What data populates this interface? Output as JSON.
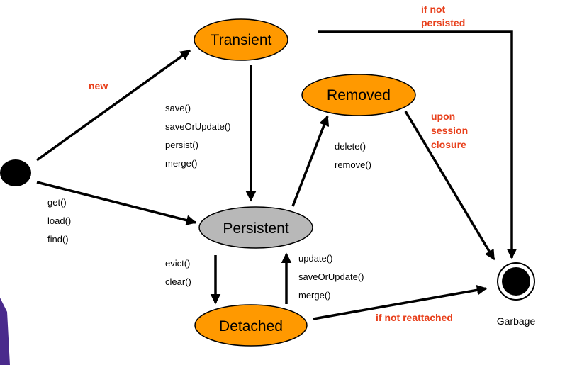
{
  "colors": {
    "state_fill": "#ff9900",
    "persistent_fill": "#b8b8b8",
    "condition_text": "#e8401c",
    "accent_purple": "#4a2a8c"
  },
  "states": {
    "transient": "Transient",
    "removed": "Removed",
    "persistent": "Persistent",
    "detached": "Detached"
  },
  "end_state_label": "Garbage",
  "transitions": {
    "new_label": "new",
    "if_not_persisted": [
      "if not",
      "persisted"
    ],
    "upon_session_closure": [
      "upon",
      "session",
      "closure"
    ],
    "if_not_reattached": "if not reattached"
  },
  "methods": {
    "transient_to_persistent": [
      "save()",
      "saveOrUpdate()",
      "persist()",
      "merge()"
    ],
    "start_to_persistent": [
      "get()",
      "load()",
      "find()"
    ],
    "persistent_to_removed": [
      "delete()",
      "remove()"
    ],
    "persistent_to_detached": [
      "evict()",
      "clear()"
    ],
    "detached_to_persistent": [
      "update()",
      "saveOrUpdate()",
      "merge()"
    ]
  }
}
